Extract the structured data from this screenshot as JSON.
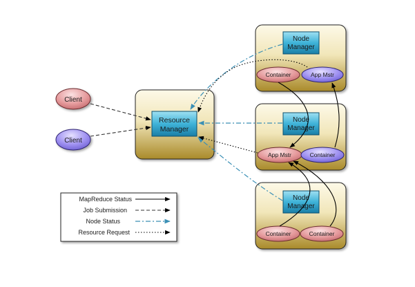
{
  "clients": [
    {
      "label": "Client",
      "color": "pink"
    },
    {
      "label": "Client",
      "color": "purple"
    }
  ],
  "resource_manager": {
    "line1": "Resource",
    "line2": "Manager"
  },
  "nodes": [
    {
      "manager": {
        "line1": "Node",
        "line2": "Manager"
      },
      "left": {
        "label": "Container",
        "color": "pink"
      },
      "right": {
        "label": "App Mstr",
        "color": "purple"
      }
    },
    {
      "manager": {
        "line1": "Node",
        "line2": "Manager"
      },
      "left": {
        "label": "App Mstr",
        "color": "pink"
      },
      "right": {
        "label": "Container",
        "color": "purple"
      }
    },
    {
      "manager": {
        "line1": "Node",
        "line2": "Manager"
      },
      "left": {
        "label": "Container",
        "color": "pink"
      },
      "right": {
        "label": "Container",
        "color": "pink"
      }
    }
  ],
  "legend": [
    {
      "label": "MapReduce Status",
      "style": "solid",
      "color": "#000000"
    },
    {
      "label": "Job Submission",
      "style": "dashed",
      "color": "#333333"
    },
    {
      "label": "Node Status",
      "style": "dashdot",
      "color": "#3a8fb5"
    },
    {
      "label": "Resource Request",
      "style": "dotted",
      "color": "#000000"
    }
  ],
  "colors": {
    "box_top": "#fbf6df",
    "box_bottom": "#a98a2a",
    "manager_fill": "#2f9ec4",
    "pink": "#d77e82",
    "purple": "#8e7fe6",
    "node_status_line": "#3a8fb5"
  }
}
